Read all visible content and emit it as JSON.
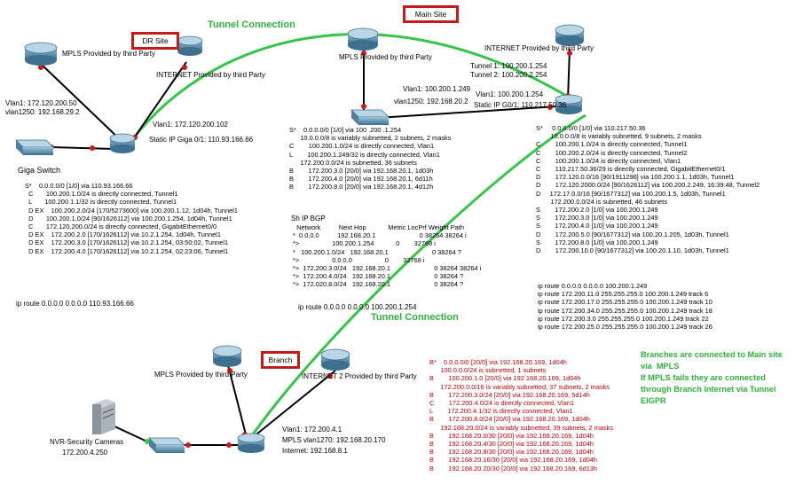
{
  "titles": {
    "tunnel_top": "Tunnel Connection",
    "tunnel_bottom": "Tunnel Connection",
    "dr_site": "DR Site",
    "main_site": "Main Site",
    "branch": "Branch"
  },
  "dr": {
    "mpls": "MPLS Provided by third Party",
    "internet": "INTERNET Provided by third Party",
    "vlan1": "Vlan1: 172.120.200.50",
    "vlan1250": "vlan1250: 192.168.29.2",
    "r_vlan1": "Vlan1: 172.120.200.102",
    "static_ip": "Static IP Giga 0/1: 110.93.166.66",
    "giga_switch": "Giga Switch",
    "routes": [
      "S*    0.0.0.0/0 [1/0] via 110.93.166.66",
      "  C       100.200.1.0/24 is directly connected, Tunnel1",
      "  L       100.200.1.1/32 is directly connected, Tunnel1",
      "  D EX    100.200.2.0/24 [170/5273600] via 100.200.1.12, 1d04h, Tunnel1",
      "  D       100.200.1.0/24 [90/1626112] via 100.200.1.254, 1d04h, Tunnel1",
      "  C       172.120.200.0/24 is directly connected, GigabitEthernet0/0",
      "  D EX    172.200.2.0 [170/1626112] via 10.2.1.254, 1d04h, Tunnel1",
      "  D EX    172.200.3.0 [170/1626112] via 10.2.1.254, 03:50:02, Tunnel1",
      "  D EX    172.200.4.0 [170/1626112] via 10.2.1.254, 02:23:06, Tunnel1"
    ],
    "ip_route": "ip route 0.0.0.0 0.0.0.0 110.93.166.66"
  },
  "main": {
    "mpls": "MPLS Provided by third Party",
    "internet": "INTERNET Provided by third Party",
    "vlan1": "Vlan1: 100.200.1.249",
    "vlan1250": "vlan1250: 192.168.20.2",
    "tunnel1": "Tunnel 1: 100.200.1.254",
    "tunnel2": "Tunnel 2: 100.200.2.254",
    "r_vlan1": "Vlan1: 100.200.1.254",
    "static_ip": "Static IP G0/1: 110.217.50.36",
    "routes_left": [
      "S*    0.0.0.0/0 [1/0] via 100 .200 .1.254",
      "      10.0.0.0/8 is variably subnetted, 2 subnets, 2 masks",
      "C        100.200.1.0/24 is directly connected, Vlan1",
      "L        100.200.1.249/32 is directly connected, Vlan1",
      "      172.200.0.0/24 is subnetted, 36 subnets",
      "B        172.200.3.0 [20/0] via 192.168.20.1, 1d03h",
      "B        172.200.4.0 [20/0] via 192.168.20.1, 6d11h",
      "B        172.200.8.0 [20/0] via 192.168.20.1, 4d12h"
    ],
    "bgp_title": "Sh IP BGP",
    "bgp": [
      "   Network          Next Hop            Metric LocPrf Weight Path",
      " *  0.0.0.0          192.168.20.1                        0 38264 38264 i",
      " *>                  100.200.1.254            0        32768 i",
      " *   100.200.1.0/24   192.168.20.1                        0 38264 ?",
      " *>                  0.0.0.0                  0        32768 i",
      " *>  172.200.3.0/24   192.168.20.1                        0 38264 38264 i",
      " *>  172.200.4.0/24   192.168.20.1                        0 38264 ?",
      " *>  172.020.8.0/24   192.168.20.1                        0 38264 ?"
    ],
    "ip_route_left": "ip route 0.0.0.0 0.0.0.0 100.200.1.254",
    "routes_right": [
      "S*     0.0.0.0/0 [1/0] via 110.217.50.36",
      "        10.0.0.0/8 is variably subnetted, 9 subnets, 2 masks",
      "C        100.200.1.0/24 is directly connected, Tunnel1",
      "C        100.200.2.0/24 is directly connected, Tunnel2",
      "C        100.200.1.0/24 is directly connected, Vlan1",
      "C        110.217.50.36/29 is directly connected, GigabitEthernet0/1",
      "D        172.120.0.0/16 [90/1911296] via 100.200.1.1, 1d03h, Tunnel1",
      "D        172.120.2000.0/24 [90/1626112] via 100.200.2.249, 16:39:48, Tunnel2",
      "D     172.17.0.0/16 [90/1677312] via 100.200.1.5, 1d03h, Tunnel1",
      "        172.200.0.0/24 is subnetted, 46 subnets",
      "S        172.200.2.0 [1/0] via 100.200.1.249",
      "S        172.200.3.0 [1/0] via 100.200.1.249",
      "S        172.200.4.0 [1/0] via 100.200.1.249",
      "D        172.200.5.0 [90/1677312] via 100.20.1.205, 1d03h, Tunnel1",
      "S        172.200.8.0 [1/0] via 100.200.1.249",
      "D        172.200.10.0 [90/1677312] via 100.20.1.10, 1d03h, Tunnel1"
    ],
    "ip_routes_right": [
      "ip route 0.0.0.0 0.0.0.0 100.200.1.249",
      "ip route 172.200.11.0 255.255.255.0 100.200.1.249 track 6",
      "ip route 172.200.17.0 255.255.255.0 100.200.1.249 track 10",
      "ip route 172.200.34.0 255.255.255.0 100.200.1.249 track 18",
      "ip route 172.200.3.0 255.255.255.0 100.200.1.249 track 22",
      "ip route 172.200.25.0 255.255.255.0 100.200.1.249 track 26"
    ]
  },
  "branch": {
    "mpls": "MPLS Provided by third Party",
    "internet": "INTERNET 2 Provided by third Party",
    "nvr": "NVR-Security Cameras",
    "nvr_ip": "172.200.4.250",
    "vlan1": "Vlan1: 172.200.4.1",
    "mpls_vlan": "MPLS vlan1270: 192.168.20.170",
    "internet_ip": "Internet: 192.168.8.1",
    "routes": [
      "B*    0.0.0.0/0 [20/0] via 192.168.20.169, 1d04h",
      "      100.0.0.0/24 is subnetted, 1 subnets",
      "B        100.200.1.0 [20/0] via 192.168.20.169, 1d04h",
      "      172.200.0.0/16 is variably subnetted, 37 subnets, 2 masks",
      "B        172.200.3.0/24 [20/0] via 192.168.20.169, 5d14h",
      "C        172.200.4.0/24 is directly connected, Vlan1",
      "L        172.200.4.1/32 is directly connected, Vlan1",
      "B        172.200.8.0/24 [20/0] via 192.168.20.169, 1d04h",
      "",
      "      192.168.20.0/24 is variably subnetted, 39 subnets, 2 masks",
      "B        192.168.20.0/30 [20/0] via 192.168.20.169, 1d04h",
      "B        192.168.20.4/30 [20/0] via 192.168.20.169, 1d04h",
      "B        192.168.20.8/30 [20/0] via 192.168.20.169, 1d04h",
      "B        192.168.20.16/30 [20/0] via 192.168.20.169, 1d04h",
      "B        192.168.20.20/30 [20/0] via 192.168.20.169, 6d13h"
    ]
  },
  "note": "Branches are connected to Main site\nvia  MPLS\nIf MPLS fails they are connected\nthrough Branch Internet via Tunnel\nEIGPR",
  "colors": {
    "tunnel": "#36c44a",
    "site_box_border": "#c41a1a",
    "link_dot": "#d21414",
    "branch_routes": "#c00000"
  }
}
